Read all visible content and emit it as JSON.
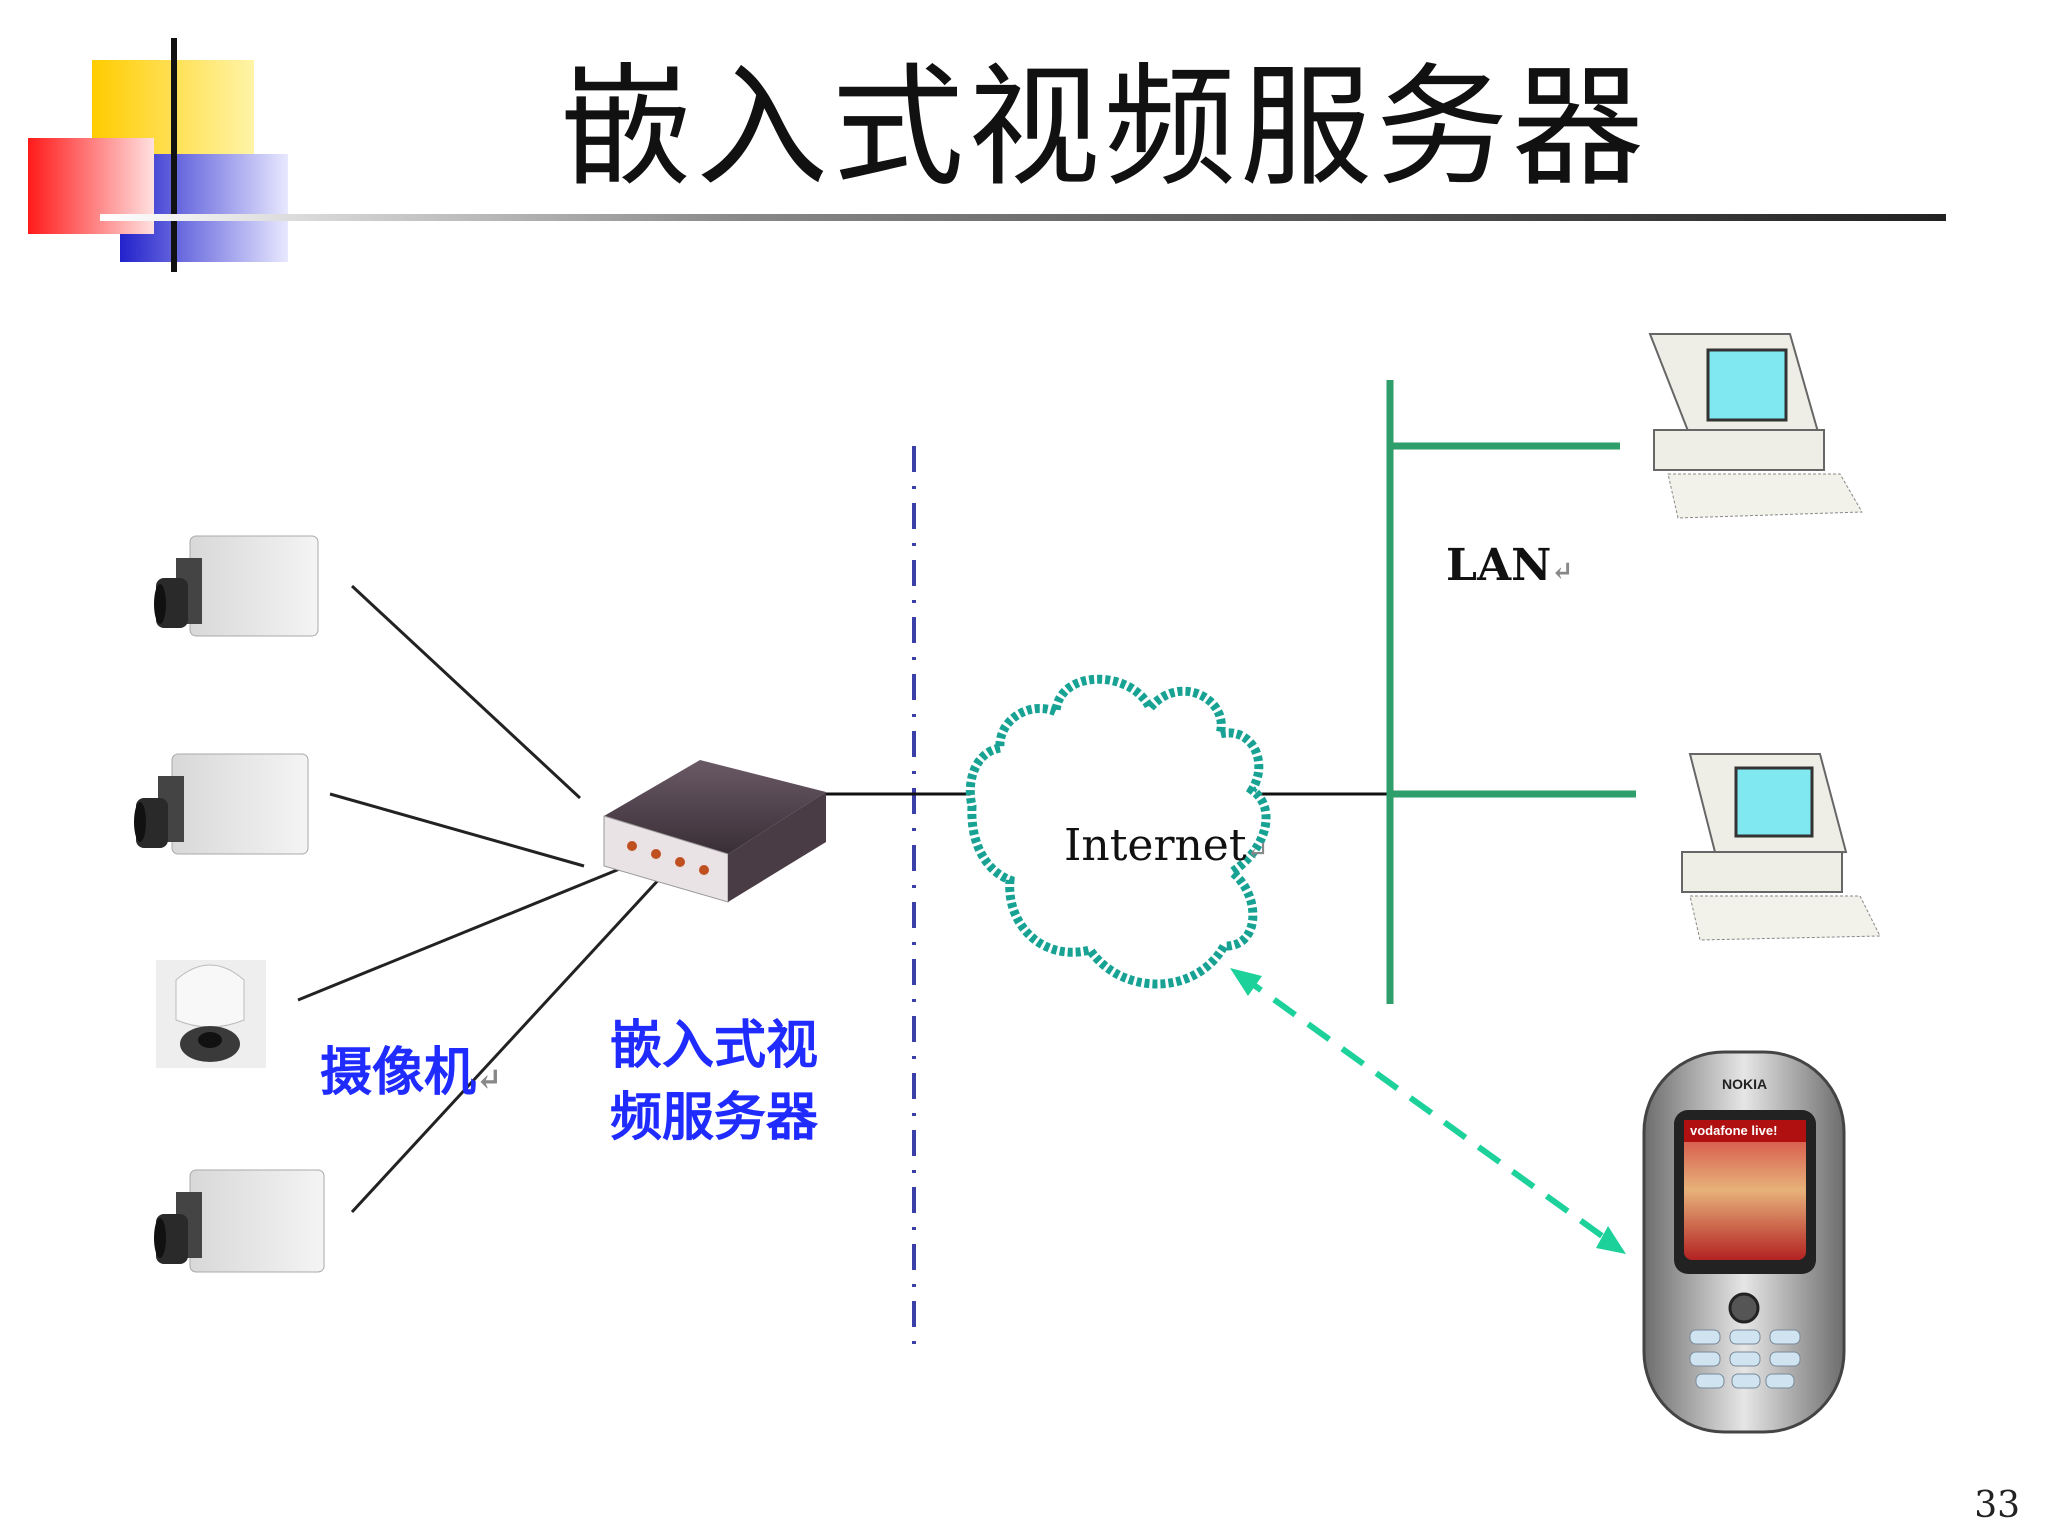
{
  "slide": {
    "title": "嵌入式视频服务器",
    "page_number": "33"
  },
  "diagram": {
    "camera_label": "摄像机",
    "server_label_line1": "嵌入式视",
    "server_label_line2": "频服务器",
    "internet_label": "Internet",
    "lan_label": "LAN",
    "return_mark": "↵",
    "phone_brand": "NOKIA",
    "phone_screen_text": "vodafone live!"
  },
  "colors": {
    "label_blue": "#1f2bff",
    "lan_green": "#2e9e6b",
    "cloud_teal": "#17a293",
    "arrow_teal": "#1dd19a",
    "divider_blue": "#3b3fa8",
    "monitor_screen": "#7fe8f0"
  }
}
